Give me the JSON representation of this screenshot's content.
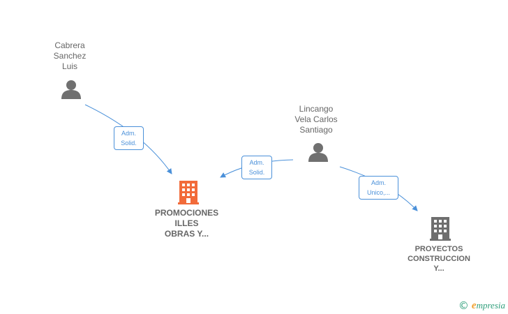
{
  "persons": [
    {
      "id": "cabrera",
      "name_lines": [
        "Cabrera",
        "Sanchez",
        "Luis"
      ]
    },
    {
      "id": "lincango",
      "name_lines": [
        "Lincango",
        "Vela Carlos",
        "Santiago"
      ]
    }
  ],
  "companies": [
    {
      "id": "promociones",
      "name_lines": [
        "PROMOCIONES",
        "ILLES",
        "OBRAS Y..."
      ],
      "color": "#f26b3a"
    },
    {
      "id": "proyectos",
      "name_lines": [
        "PROYECTOS",
        "CONSTRUCCION",
        "Y..."
      ],
      "color": "#6e6e6e"
    }
  ],
  "edges": [
    {
      "from": "cabrera",
      "to": "promociones",
      "label_lines": [
        "Adm.",
        "Solid."
      ]
    },
    {
      "from": "lincango",
      "to": "promociones",
      "label_lines": [
        "Adm.",
        "Solid."
      ]
    },
    {
      "from": "lincango",
      "to": "proyectos",
      "label_lines": [
        "Adm.",
        "Unico,..."
      ]
    }
  ],
  "colors": {
    "edge": "#4a90d9",
    "person_icon": "#707070",
    "text": "#666666"
  },
  "brand": {
    "copyright_symbol": "©",
    "initial": "e",
    "name_rest": "mpresia"
  }
}
